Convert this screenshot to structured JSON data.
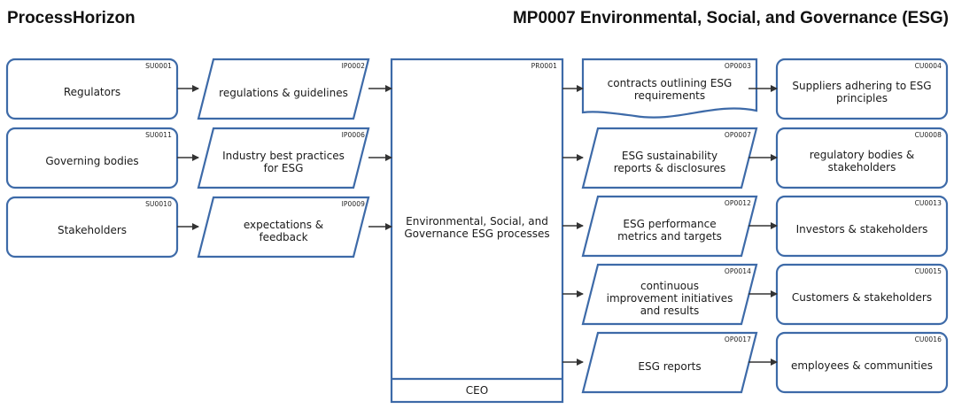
{
  "header": {
    "brand": "ProcessHorizon",
    "title": "MP0007 Environmental, Social, and Governance (ESG)"
  },
  "suppliers": [
    {
      "code": "SU0001",
      "label": "Regulators"
    },
    {
      "code": "SU0011",
      "label": "Governing bodies"
    },
    {
      "code": "SU0010",
      "label": "Stakeholders"
    }
  ],
  "inputs": [
    {
      "code": "IP0002",
      "label": "regulations & guidelines"
    },
    {
      "code": "IP0006",
      "label": "Industry best practices for ESG"
    },
    {
      "code": "IP0009",
      "label": "expectations & feedback"
    }
  ],
  "process": {
    "code": "PR0001",
    "label": "Environmental, Social, and Governance ESG processes",
    "owner": "CEO"
  },
  "outputs": [
    {
      "code": "OP0003",
      "label": "contracts outlining ESG requirements",
      "shape": "document"
    },
    {
      "code": "OP0007",
      "label": "ESG sustainability reports & disclosures",
      "shape": "parallelogram"
    },
    {
      "code": "OP0012",
      "label": "ESG performance metrics and targets",
      "shape": "parallelogram"
    },
    {
      "code": "OP0014",
      "label": "continuous improvement initiatives and results",
      "shape": "parallelogram"
    },
    {
      "code": "OP0017",
      "label": "ESG reports",
      "shape": "parallelogram"
    }
  ],
  "customers": [
    {
      "code": "CU0004",
      "label": "Suppliers adhering to ESG principles"
    },
    {
      "code": "CU0008",
      "label": "regulatory bodies & stakeholders"
    },
    {
      "code": "CU0013",
      "label": "Investors & stakeholders"
    },
    {
      "code": "CU0015",
      "label": "Customers & stakeholders"
    },
    {
      "code": "CU0016",
      "label": "employees & communities"
    }
  ],
  "colors": {
    "border": "#3d6aa8",
    "arrow": "#333333",
    "text": "#1a1a1a"
  }
}
